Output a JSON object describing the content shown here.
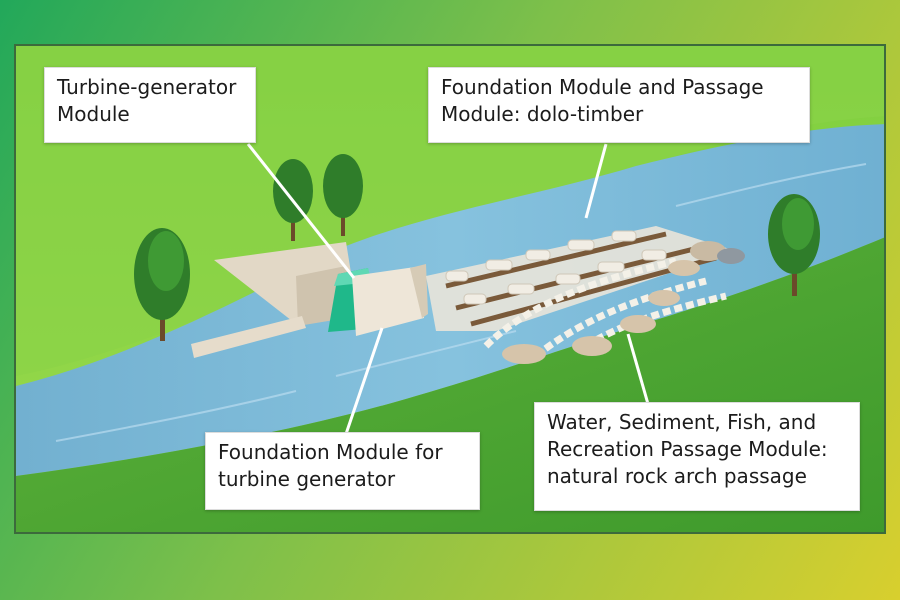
{
  "labels": {
    "turbine_module": [
      "Turbine-generator",
      "Module"
    ],
    "foundation_passage_module": [
      "Foundation Module and Passage",
      "Module: dolo-timber"
    ],
    "foundation_turbine_module": [
      "Foundation Module for",
      "turbine generator"
    ],
    "water_passage_module": [
      "Water, Sediment, Fish, and",
      "Recreation Passage Module:",
      "natural rock arch passage"
    ]
  },
  "colors": {
    "frame_start": "#22a85a",
    "frame_end": "#d8cf2e",
    "frame_border": "#3c6a3c",
    "grass_light": "#8fd44a",
    "grass_dark": "#3f9a2c",
    "water": "#7ab8d8",
    "concrete": "#e7ddcc",
    "turbine": "#20b98a",
    "rock": "#d3c2aa"
  }
}
